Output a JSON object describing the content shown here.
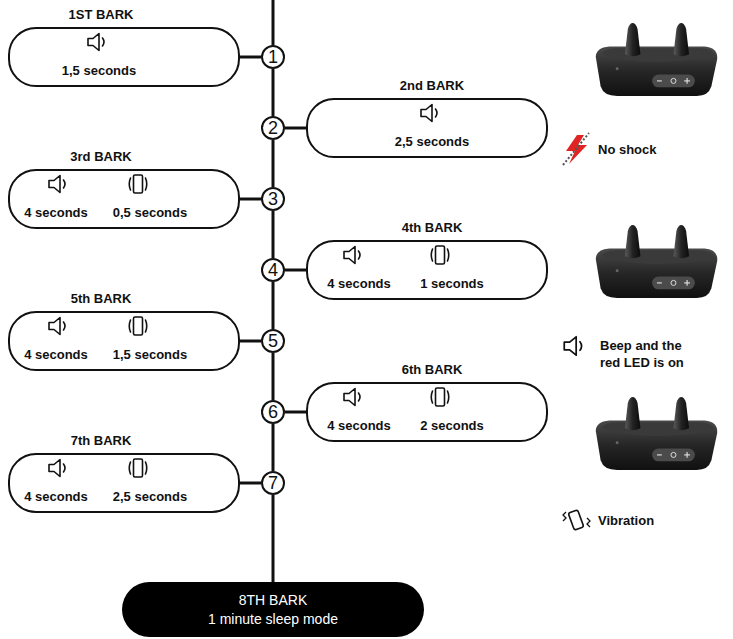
{
  "diagram": {
    "nodes": [
      {
        "text": [
          "1"
        ]
      },
      {
        "text": [
          "1ST BARK",
          "1,5 seconds"
        ]
      },
      {
        "text": [
          "2"
        ]
      },
      {
        "text": [
          "2nd BARK",
          "2,5 seconds"
        ]
      },
      {
        "text": [
          "3"
        ]
      },
      {
        "text": [
          "3rd BARK",
          "4 seconds",
          "0,5 seconds"
        ]
      },
      {
        "text": [
          "4"
        ]
      },
      {
        "text": [
          "4th BARK",
          "4 seconds",
          "1 seconds"
        ]
      },
      {
        "text": [
          "5"
        ]
      },
      {
        "text": [
          "5th BARK",
          "4 seconds",
          "1,5 seconds"
        ]
      },
      {
        "text": [
          "6"
        ]
      },
      {
        "text": [
          "6th BARK",
          "4 seconds",
          "2 seconds"
        ]
      },
      {
        "text": [
          "7"
        ]
      },
      {
        "text": [
          "7th BARK",
          "4 seconds",
          "2,5 seconds"
        ]
      },
      {
        "text": [
          "8TH BARK",
          "1 minute sleep mode"
        ]
      }
    ],
    "edges": [
      {
        "from": 0,
        "to": 1,
        "arrow": "none"
      },
      {
        "from": 0,
        "to": 2,
        "arrow": "none"
      },
      {
        "from": 2,
        "to": 3,
        "arrow": "none"
      },
      {
        "from": 2,
        "to": 4,
        "arrow": "none"
      },
      {
        "from": 4,
        "to": 5,
        "arrow": "none"
      },
      {
        "from": 4,
        "to": 6,
        "arrow": "none"
      },
      {
        "from": 6,
        "to": 7,
        "arrow": "none"
      },
      {
        "from": 6,
        "to": 8,
        "arrow": "none"
      },
      {
        "from": 8,
        "to": 9,
        "arrow": "none"
      },
      {
        "from": 8,
        "to": 10,
        "arrow": "none"
      },
      {
        "from": 10,
        "to": 11,
        "arrow": "none"
      },
      {
        "from": 10,
        "to": 12,
        "arrow": "none"
      },
      {
        "from": 12,
        "to": 13,
        "arrow": "none"
      },
      {
        "from": 12,
        "to": 14,
        "arrow": "none"
      }
    ],
    "legend": [
      {
        "text": "No shock"
      },
      {
        "text": "Beep and the red LED is on"
      },
      {
        "text": "Vibration"
      }
    ]
  }
}
